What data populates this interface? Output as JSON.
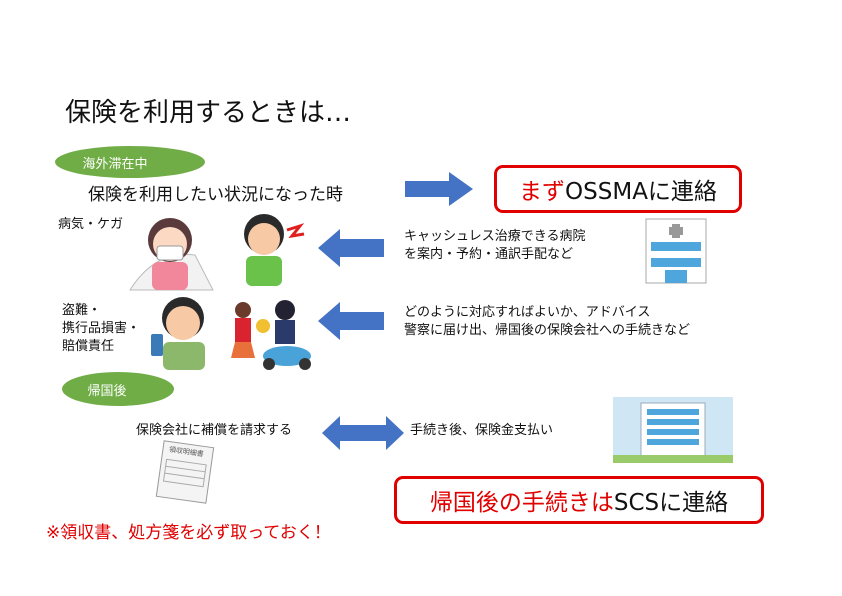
{
  "title": "保険を利用するときは…",
  "abroad": {
    "badge": "海外滞在中",
    "heading": "保険を利用したい状況になった時",
    "contact_red": "まず",
    "contact_rest": "OSSMAに連絡",
    "illness_label": "病気・ケガ",
    "illness_service_line1": "キャッシュレス治療できる病院",
    "illness_service_line2": "を案内・予約・通訳手配など",
    "theft_label_line1": "盗難・",
    "theft_label_line2": "携行品損害・",
    "theft_label_line3": "賠償責任",
    "theft_service_line1": "どのように対応すればよいか、アドバイス",
    "theft_service_line2": "警察に届け出、帰国後の保険会社への手続きなど"
  },
  "return": {
    "badge": "帰国後",
    "claim": "保険会社に補償を請求する",
    "payment": "手続き後、保険金支払い",
    "receipt_title": "領収明細書",
    "contact_red": "帰国後の手続きは",
    "contact_rest": "SCSに連絡"
  },
  "note": "※領収書、処方箋を必ず取っておく！",
  "colors": {
    "accent_blue": "#4472c4",
    "green": "#70ad47",
    "red": "#e00000"
  }
}
